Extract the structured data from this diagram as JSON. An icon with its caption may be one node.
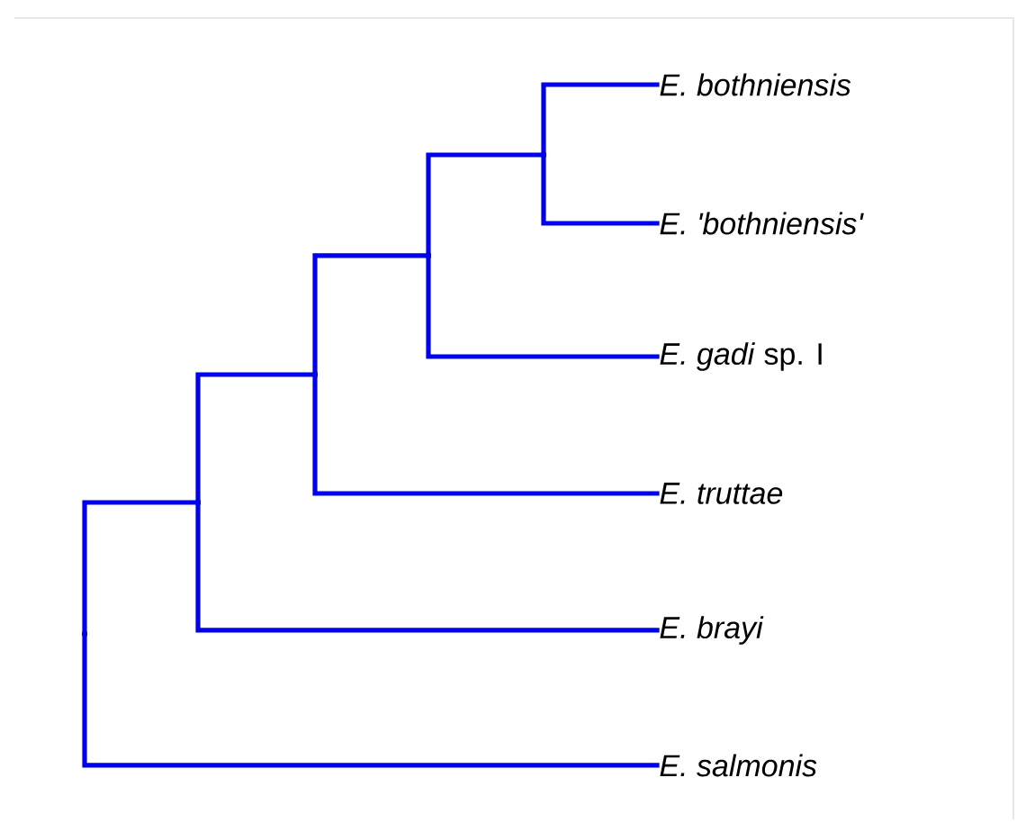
{
  "diagram": {
    "nodes": [
      {
        "text": [
          "*E. bothniensis*"
        ]
      },
      {
        "text": [
          "*E. 'bothniensis'*"
        ]
      },
      {
        "text": [
          "*E. gadi* sp. I"
        ]
      },
      {
        "text": [
          "*E. truttae*"
        ]
      },
      {
        "text": [
          "*E. brayi*"
        ]
      },
      {
        "text": [
          "*E. salmonis*"
        ]
      },
      {
        "text": [],
        "shape": "point"
      },
      {
        "text": [],
        "shape": "point"
      },
      {
        "text": [],
        "shape": "point"
      },
      {
        "text": [],
        "shape": "point"
      },
      {
        "text": [],
        "shape": "point"
      }
    ],
    "edges": [
      {
        "from": 6,
        "to": 0,
        "arrow": "none"
      },
      {
        "from": 6,
        "to": 1,
        "arrow": "none"
      },
      {
        "from": 7,
        "to": 6,
        "arrow": "none"
      },
      {
        "from": 7,
        "to": 2,
        "arrow": "none"
      },
      {
        "from": 8,
        "to": 7,
        "arrow": "none"
      },
      {
        "from": 8,
        "to": 3,
        "arrow": "none"
      },
      {
        "from": 9,
        "to": 8,
        "arrow": "none"
      },
      {
        "from": 9,
        "to": 4,
        "arrow": "none"
      },
      {
        "from": 10,
        "to": 9,
        "arrow": "none"
      },
      {
        "from": 10,
        "to": 5,
        "arrow": "none"
      }
    ]
  }
}
